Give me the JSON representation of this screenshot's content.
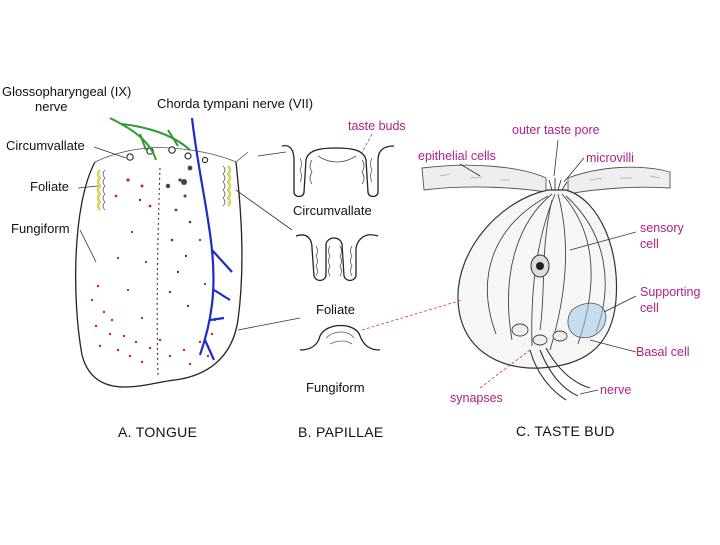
{
  "panels": {
    "tongue": {
      "caption": "A.  TONGUE",
      "labels": {
        "glosso_line1": "Glossopharyngeal (IX)",
        "glosso_line2": "nerve",
        "chorda": "Chorda tympani nerve (VII)",
        "circumvallate": "Circumvallate",
        "foliate": "Foliate",
        "fungiform": "Fungiform"
      }
    },
    "papillae": {
      "caption": "B. PAPILLAE",
      "labels": {
        "circumvallate": "Circumvallate",
        "foliate": "Foliate",
        "fungiform": "Fungiform",
        "taste_buds": "taste buds"
      }
    },
    "taste_bud": {
      "caption": "C. TASTE BUD",
      "labels": {
        "outer_taste_pore": "outer taste pore",
        "epithelial_cells": "epithelial cells",
        "microvilli": "microvilli",
        "sensory_line1": "sensory",
        "sensory_line2": "cell",
        "supporting_line1": "Supporting",
        "supporting_line2": "cell",
        "basal_cell": "Basal cell",
        "nerve": "nerve",
        "synapses": "synapses"
      }
    }
  },
  "colors": {
    "label_text": "#111111",
    "pink_label": "#b0208a",
    "nerve_blue": "#1a2ccc",
    "nerve_green": "#2f9a2f",
    "papilla_red": "#d42020",
    "foliate_yellow": "#d8d060",
    "supporting_cell_blue": "#9cc8e4"
  }
}
